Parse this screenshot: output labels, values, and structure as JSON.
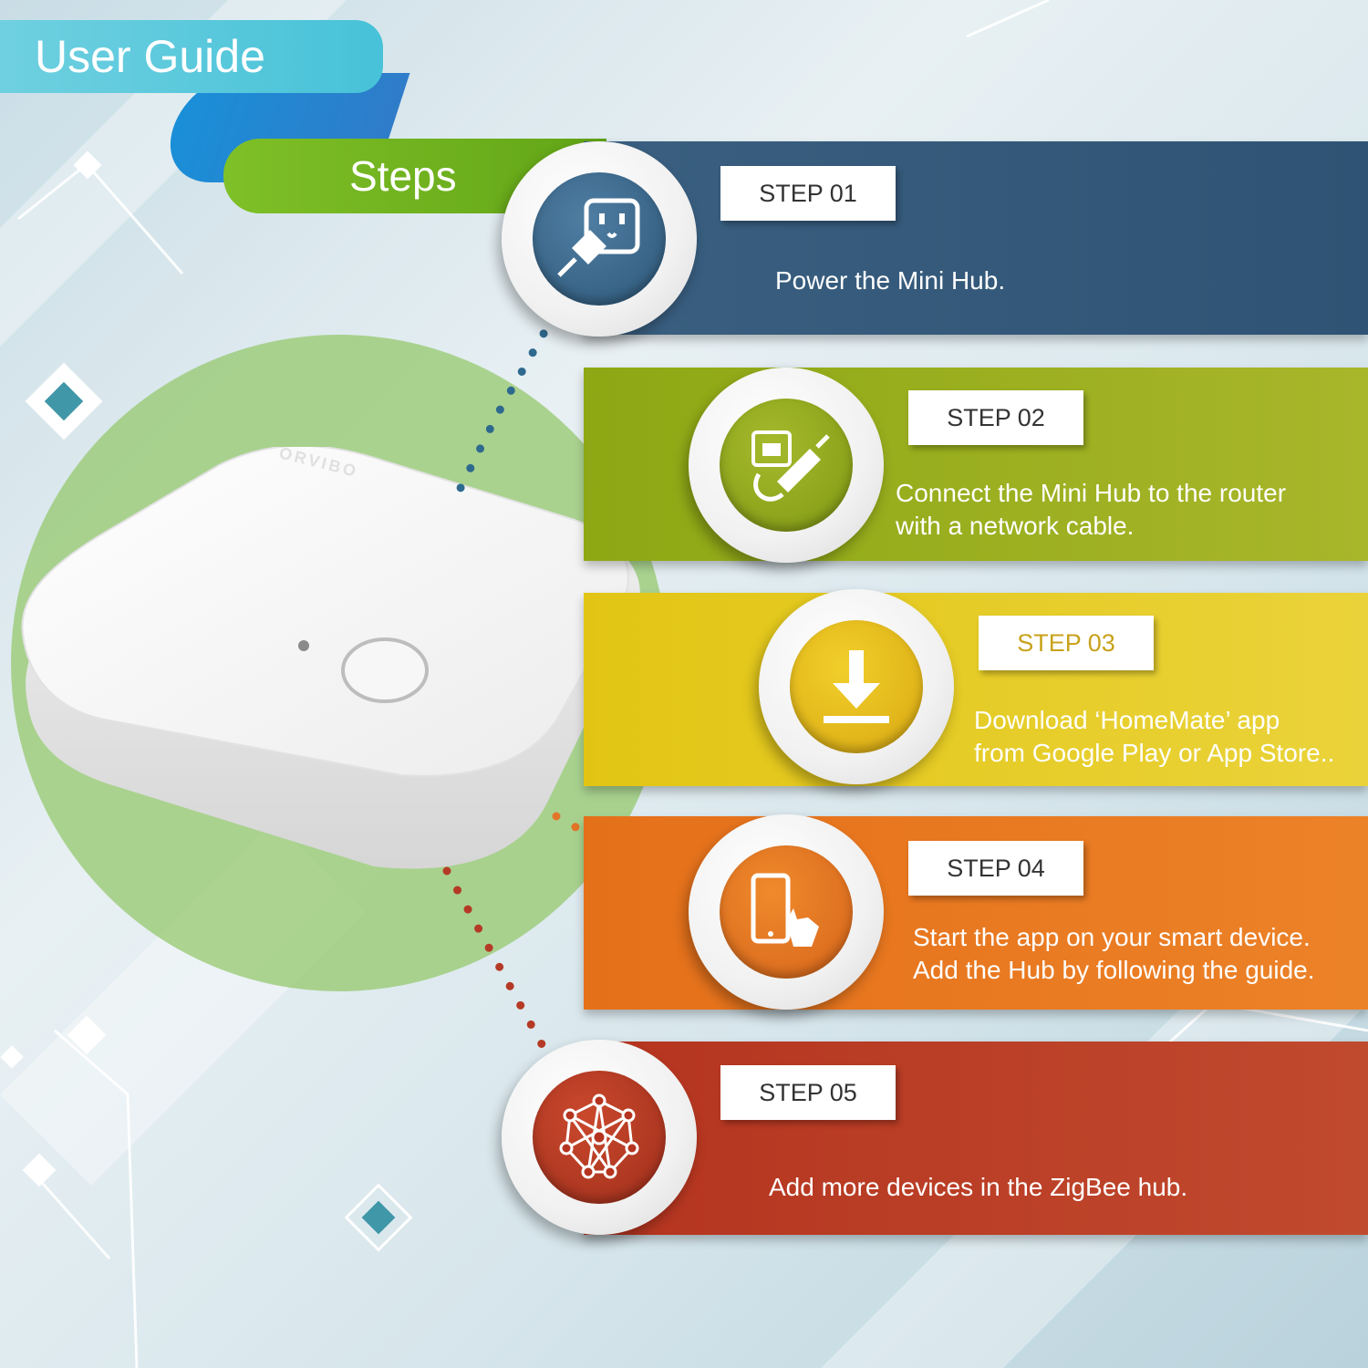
{
  "header": {
    "title": "User Guide",
    "subtitle": "Steps"
  },
  "device": {
    "brand_mark": "ORVIBO"
  },
  "steps": [
    {
      "label": "STEP 01",
      "lines": [
        "Power the Mini Hub."
      ],
      "icon": "power-outlet-icon",
      "color": "#3b6183"
    },
    {
      "label": "STEP 02",
      "lines": [
        "Connect the Mini Hub to the router",
        "with a network cable."
      ],
      "icon": "network-cable-icon",
      "color": "#98ad1d"
    },
    {
      "label": "STEP 03",
      "lines": [
        "Download ‘HomeMate’ app",
        "from Google Play or App Store.."
      ],
      "icon": "download-icon",
      "color": "#e8c81c"
    },
    {
      "label": "STEP 04",
      "lines": [
        "Start the app on your smart device.",
        "Add the Hub by following the guide."
      ],
      "icon": "smartphone-tap-icon",
      "color": "#e8741c"
    },
    {
      "label": "STEP 05",
      "lines": [
        "Add more devices in the ZigBee hub."
      ],
      "icon": "network-mesh-icon",
      "color": "#b53a26"
    }
  ]
}
